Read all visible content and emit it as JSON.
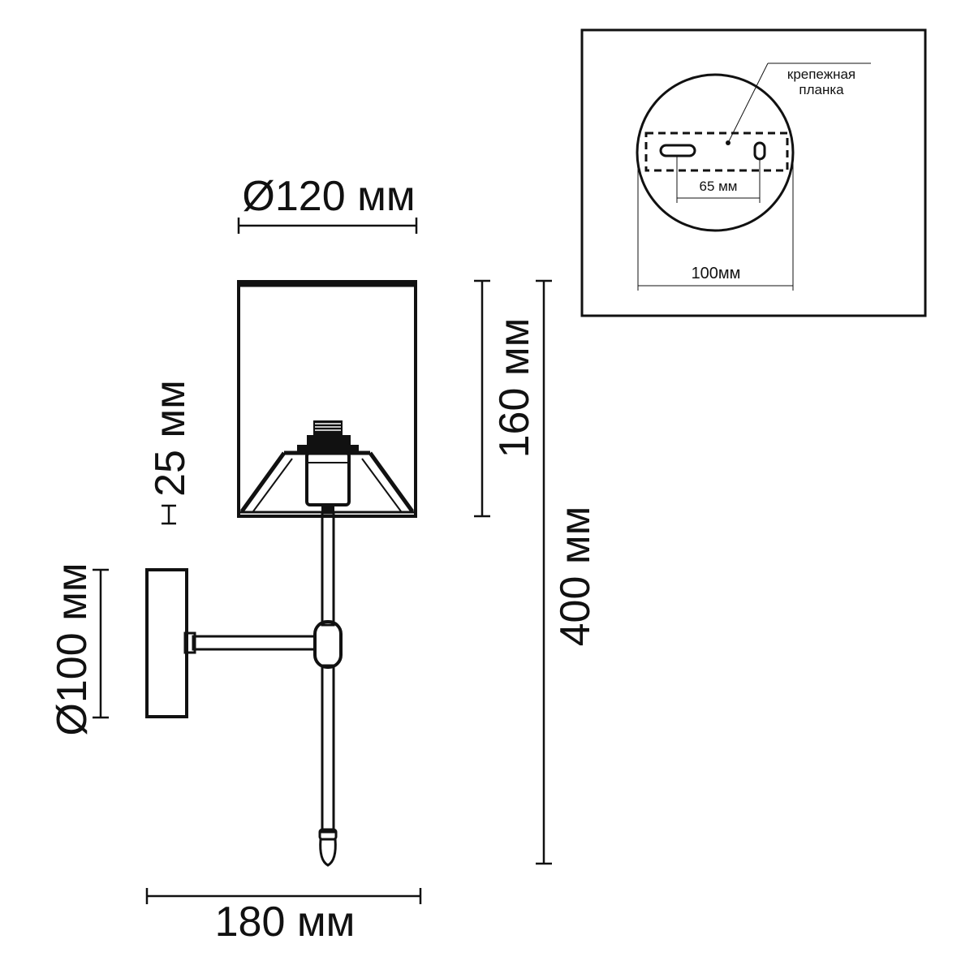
{
  "dimensions": {
    "shade_diameter": "Ø120 мм",
    "shade_height": "160 мм",
    "total_height": "400 мм",
    "gap": "25 мм",
    "base_diameter": "Ø100 мм",
    "total_depth": "180 мм"
  },
  "inset": {
    "bracket_label_line1": "крепежная",
    "bracket_label_line2": "планка",
    "hole_spacing": "65 мм",
    "plate_diameter": "100мм"
  },
  "colors": {
    "line": "#111111",
    "background": "#ffffff"
  }
}
